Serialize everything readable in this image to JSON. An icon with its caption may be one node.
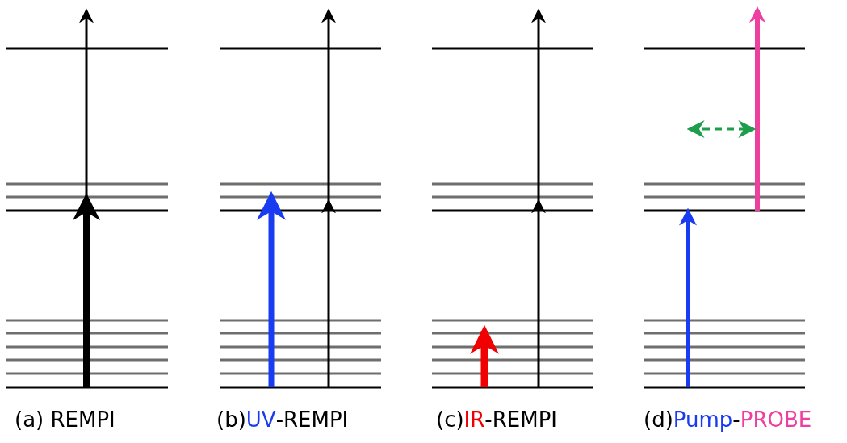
{
  "diagram": {
    "labels": [
      "(a) REMPI",
      "(b)",
      "UV",
      "-REMPI",
      "(c)",
      "IR",
      "-REMPI",
      "(d)",
      "Pump",
      "-",
      "PROBE"
    ]
  }
}
